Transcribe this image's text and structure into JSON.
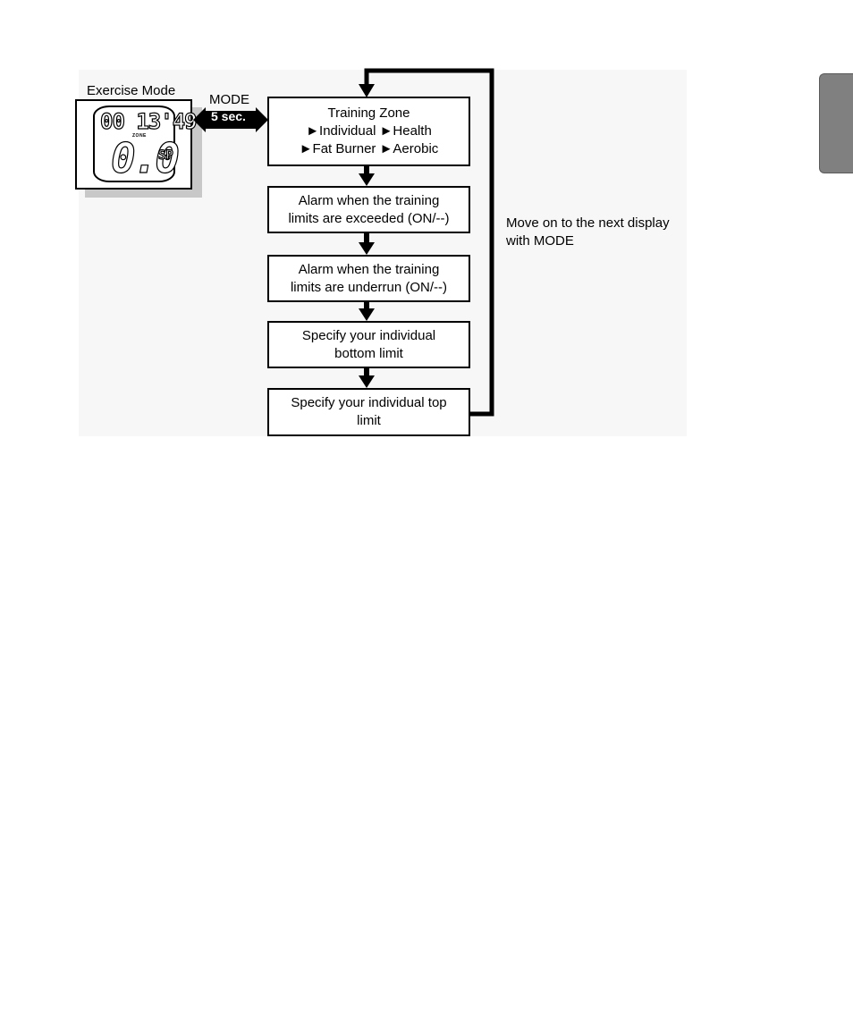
{
  "watch": {
    "title": "Exercise Mode",
    "display_top": "00 13'49",
    "display_zone": "ZONE",
    "display_main": "0.0",
    "display_unit": "SP"
  },
  "connector": {
    "mode_label": "MODE",
    "hold_label": "5 sec."
  },
  "steps": [
    {
      "lines": [
        "Training Zone",
        "►Individual ►Health",
        "►Fat Burner ►Aerobic"
      ]
    },
    {
      "lines": [
        "Alarm when the training",
        "limits are exceeded (ON/--)"
      ]
    },
    {
      "lines": [
        "Alarm when the training",
        "limits are underrun (ON/--)"
      ]
    },
    {
      "lines": [
        "Specify your individual",
        "bottom limit"
      ]
    },
    {
      "lines": [
        "Specify your individual top",
        "limit"
      ]
    }
  ],
  "loop_note": {
    "line1": "Move on to the next display",
    "line2": "with MODE"
  },
  "colors": {
    "tab": "#808080",
    "panel_background": "#f7f7f7",
    "watch_shadow": "#c8c8c8"
  }
}
